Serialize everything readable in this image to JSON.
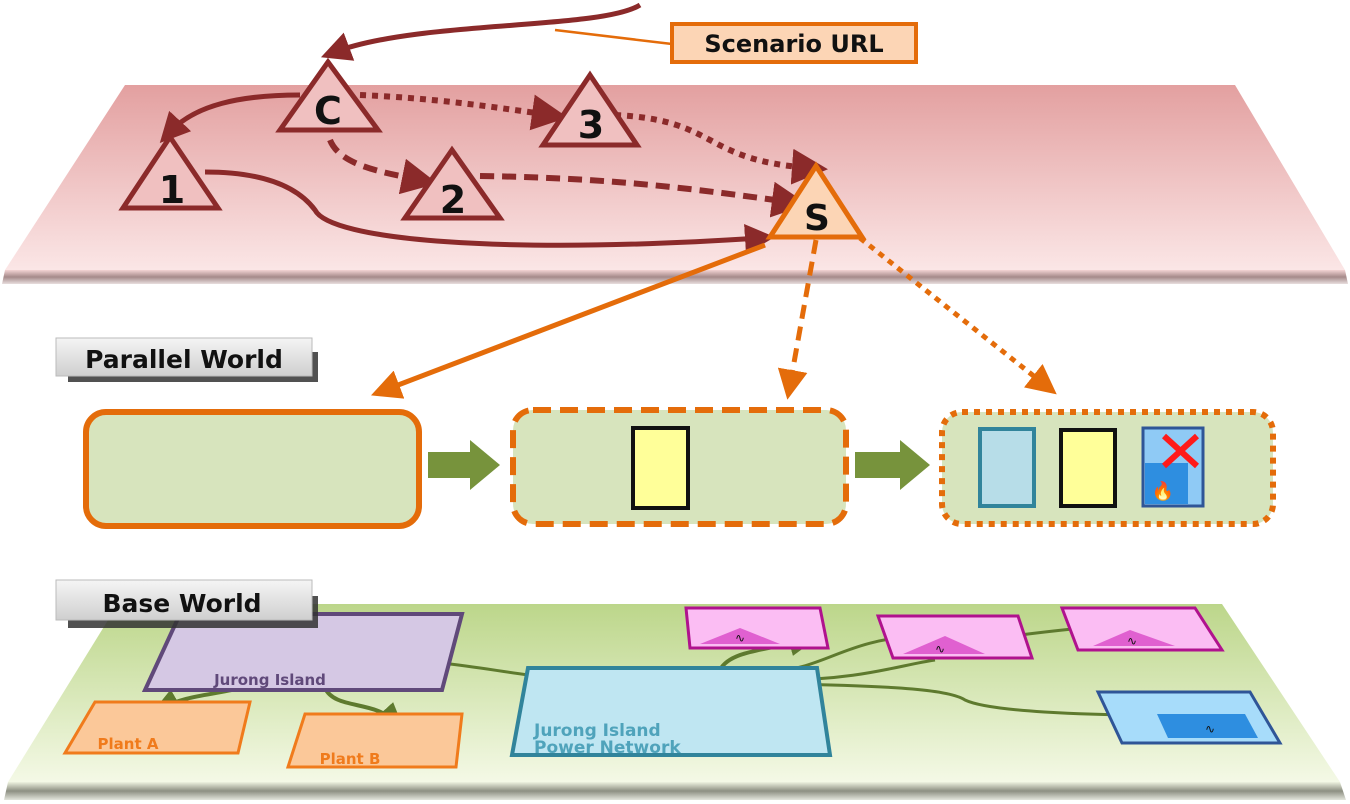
{
  "scenario_layer": {
    "callout_label": "Scenario URL",
    "nodes": [
      {
        "id": "C",
        "label": "C",
        "kind": "scenario"
      },
      {
        "id": "1",
        "label": "1",
        "kind": "scenario"
      },
      {
        "id": "2",
        "label": "2",
        "kind": "scenario"
      },
      {
        "id": "3",
        "label": "3",
        "kind": "scenario"
      },
      {
        "id": "S",
        "label": "S",
        "kind": "selected"
      }
    ],
    "edges": [
      {
        "from": "C",
        "to": "1",
        "style": "solid"
      },
      {
        "from": "1",
        "to": "S",
        "style": "solid"
      },
      {
        "from": "C",
        "to": "2",
        "style": "dashed"
      },
      {
        "from": "2",
        "to": "S",
        "style": "dashed"
      },
      {
        "from": "C",
        "to": "3",
        "style": "dotted"
      },
      {
        "from": "3",
        "to": "S",
        "style": "dotted"
      }
    ]
  },
  "parallel_world": {
    "title": "Parallel World",
    "stages": [
      {
        "border": "solid",
        "items": []
      },
      {
        "border": "dashed",
        "items": [
          "yellow-block"
        ]
      },
      {
        "border": "dotted",
        "items": [
          "blue-block",
          "yellow-block",
          "failed-plant-block"
        ]
      }
    ]
  },
  "base_world": {
    "title": "Base World",
    "nodes": [
      {
        "id": "jurong-island",
        "label": "Jurong Island"
      },
      {
        "id": "plant-a",
        "label": "Plant A"
      },
      {
        "id": "plant-b",
        "label": "Plant B"
      },
      {
        "id": "power-network",
        "label_line1": "Jurong Island",
        "label_line2": "Power Network"
      },
      {
        "id": "power-plant-1",
        "icon": "power-plant-icon"
      },
      {
        "id": "power-plant-2",
        "icon": "power-plant-icon"
      },
      {
        "id": "power-plant-3",
        "icon": "power-plant-icon"
      },
      {
        "id": "power-plant-4",
        "icon": "power-plant-icon"
      }
    ]
  },
  "colors": {
    "scenario_plane": "#e8a8a8",
    "base_plane": "#d9e8b0",
    "scenario_edge": "#8b2a2a",
    "orange": "#e46c0a",
    "stage_fill": "#d7e4bd",
    "flow_arrow": "#77933c"
  }
}
